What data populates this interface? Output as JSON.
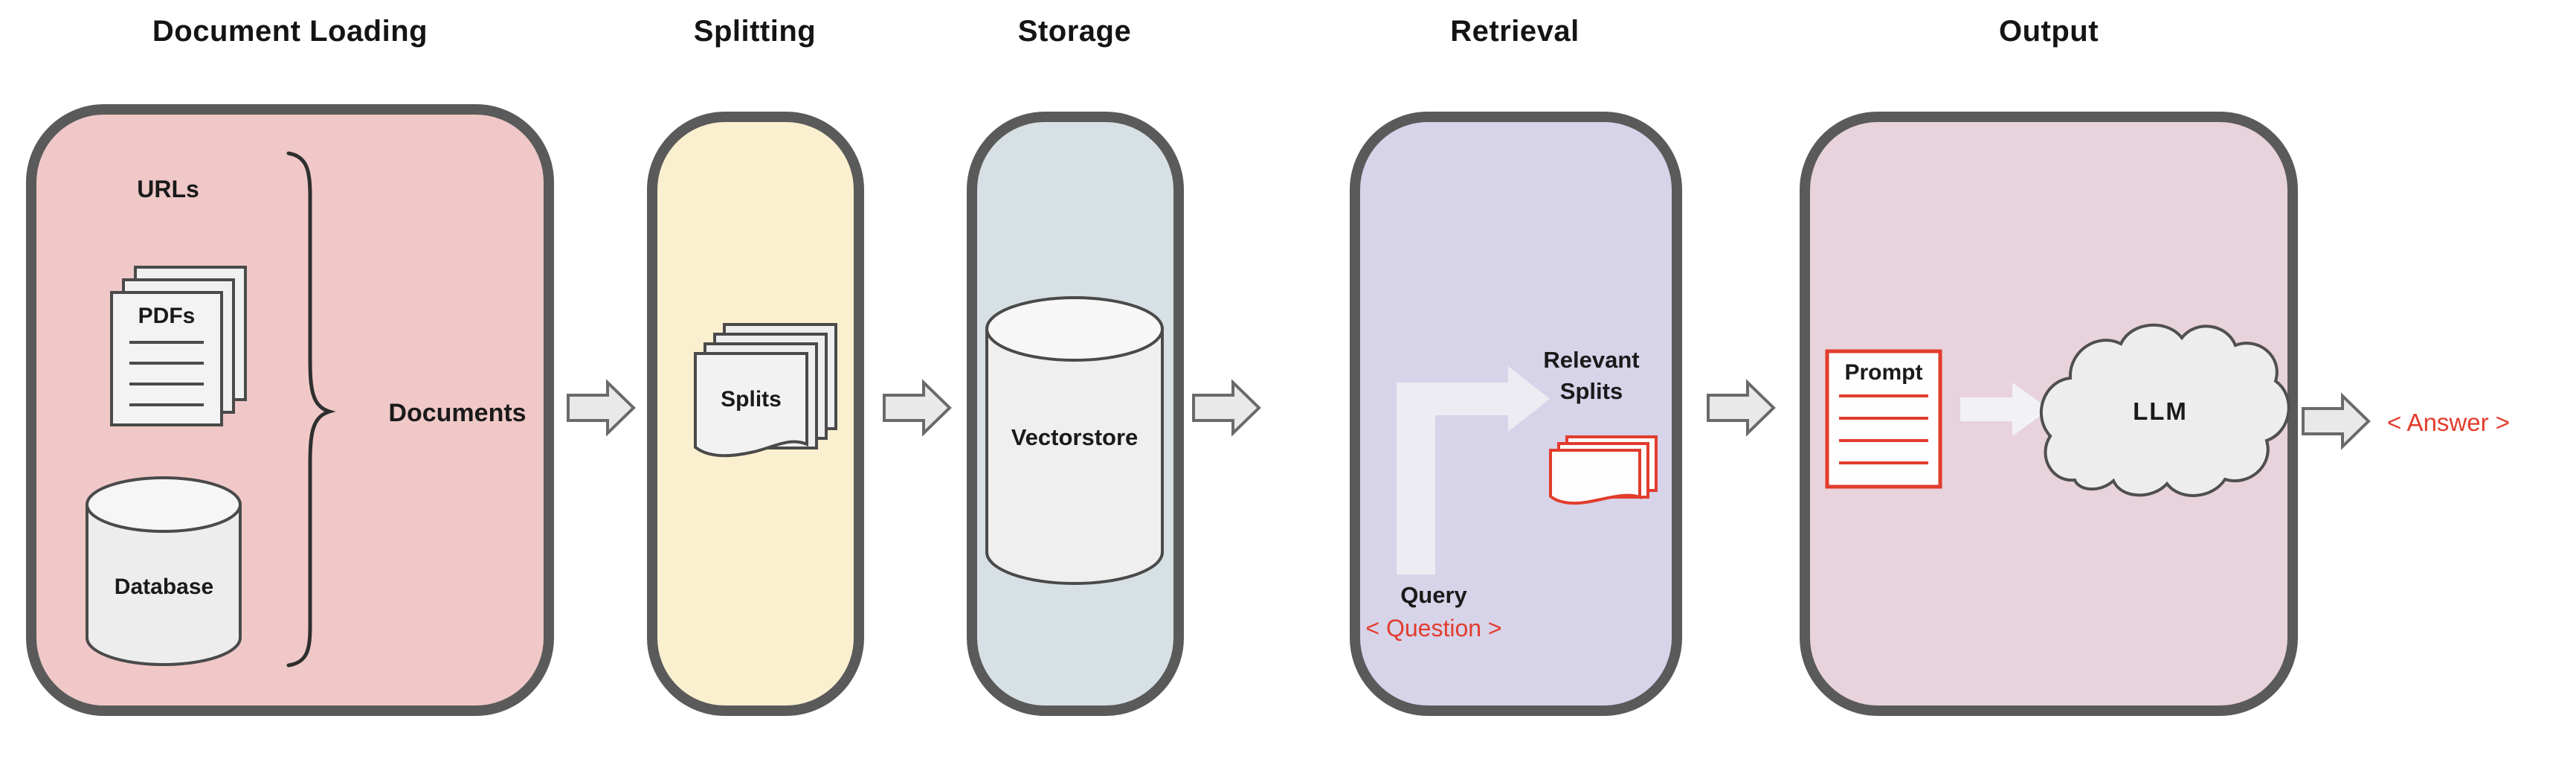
{
  "stages": {
    "loading": {
      "title": "Document Loading",
      "urls_label": "URLs",
      "pdfs_label": "PDFs",
      "database_label": "Database",
      "documents_label": "Documents"
    },
    "splitting": {
      "title": "Splitting",
      "splits_label": "Splits"
    },
    "storage": {
      "title": "Storage",
      "vectorstore_label": "Vectorstore"
    },
    "retrieval": {
      "title": "Retrieval",
      "relevant_splits_line1": "Relevant",
      "relevant_splits_line2": "Splits",
      "query_label": "Query",
      "question_label": "< Question >"
    },
    "output": {
      "title": "Output",
      "prompt_label": "Prompt",
      "llm_label": "LLM",
      "answer_label": "< Answer >"
    }
  },
  "colors": {
    "loading_box": "#f0c8c8",
    "splitting_box": "#faf0cf",
    "storage_box": "#d7e0e5",
    "retrieval_box": "#d7d3e9",
    "output_box": "#e8d2db",
    "box_border": "#5a5a5a",
    "flow_arrow_fill": "#e9e9e9",
    "flow_arrow_stroke": "#6a6a6a",
    "icon_fill": "#f0f0f0",
    "icon_stroke": "#4a4a4a",
    "accent_red": "#e23c2d",
    "text_color": "#141414"
  }
}
